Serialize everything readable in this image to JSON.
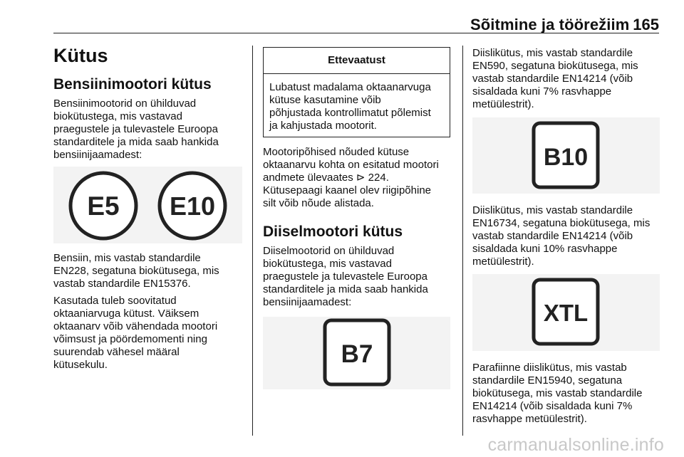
{
  "header": {
    "section_title": "Sõitmine ja töörežiim",
    "page_number": "165"
  },
  "col1": {
    "title": "Kütus",
    "subtitle": "Bensiinimootori kütus",
    "intro": [
      "Bensiinimootorid on ühilduvad",
      "biokütustega, mis vastavad",
      "praegustele ja tulevastele Euroopa",
      "standarditele ja mida saab hankida",
      "bensiinijaamadest:"
    ],
    "symbols": [
      "E5",
      "E10"
    ],
    "para1": [
      "Bensiin, mis vastab standardile",
      "EN228, segatuna biokütusega, mis",
      "vastab standardile EN15376."
    ],
    "para2": [
      "Kasutada tuleb soovitatud",
      "oktaaniarvuga kütust. Väiksem",
      "oktaanarv võib vähendada mootori",
      "võimsust ja pöördemomenti ning",
      "suurendab vähesel määral",
      "kütusekulu."
    ]
  },
  "col2": {
    "warning_title": "Ettevaatust",
    "warning_text": [
      "Lubatust madalama oktaanarvuga",
      "kütuse kasutamine võib",
      "põhjustada kontrollimatut põlemist",
      "ja kahjustada mootorit."
    ],
    "para1": [
      "Mootoripõhised nõuded kütuse",
      "oktaanarvu kohta on esitatud mootori",
      "andmete ülevaates ",
      "Kütusepaagi kaanel olev riigipõhine",
      "silt võib nõude alistada."
    ],
    "ref_arrow": "⊳",
    "ref_page": "224.",
    "subtitle": "Diiselmootori kütus",
    "intro": [
      "Diiselmootorid on ühilduvad",
      "biokütustega, mis vastavad",
      "praegustele ja tulevastele Euroopa",
      "standarditele ja mida saab hankida",
      "bensiinijaamadest:"
    ],
    "symbol": "B7"
  },
  "col3": {
    "para1": [
      "Diislikütus, mis vastab standardile",
      "EN590, segatuna biokütusega, mis",
      "vastab standardile EN14214 (võib",
      "sisaldada kuni 7% rasvhappe",
      "metüülestrit)."
    ],
    "symbol1": "B10",
    "para2": [
      "Diislikütus, mis vastab standardile",
      "EN16734, segatuna biokütusega, mis",
      "vastab standardile EN14214 (võib",
      "sisaldada kuni 10% rasvhappe",
      "metüülestrit)."
    ],
    "symbol2": "XTL",
    "para3": [
      "Parafiinne diislikütus, mis vastab",
      "standardile EN15940, segatuna",
      "biokütusega, mis vastab standardile",
      "EN14214 (võib sisaldada kuni 7%",
      "rasvhappe metüülestrit)."
    ]
  },
  "watermark": "carmanualsonline.info"
}
